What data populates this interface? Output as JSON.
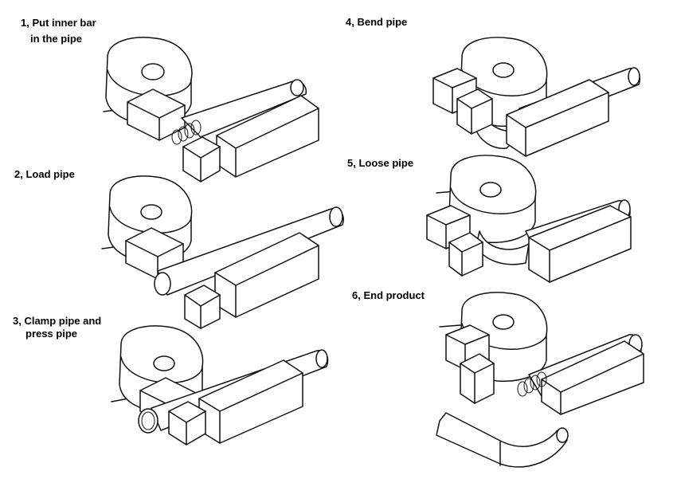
{
  "steps": [
    {
      "number": "1",
      "title_line1": "1, Put inner bar",
      "title_line2": "in the pipe"
    },
    {
      "number": "2",
      "title_line1": "2, Load pipe",
      "title_line2": ""
    },
    {
      "number": "3",
      "title_line1": "3, Clamp pipe and",
      "title_line2": "press pipe"
    },
    {
      "number": "4",
      "title_line1": "4, Bend pipe",
      "title_line2": ""
    },
    {
      "number": "5",
      "title_line1": "5, Loose pipe",
      "title_line2": ""
    },
    {
      "number": "6",
      "title_line1": "6, End product",
      "title_line2": ""
    }
  ]
}
